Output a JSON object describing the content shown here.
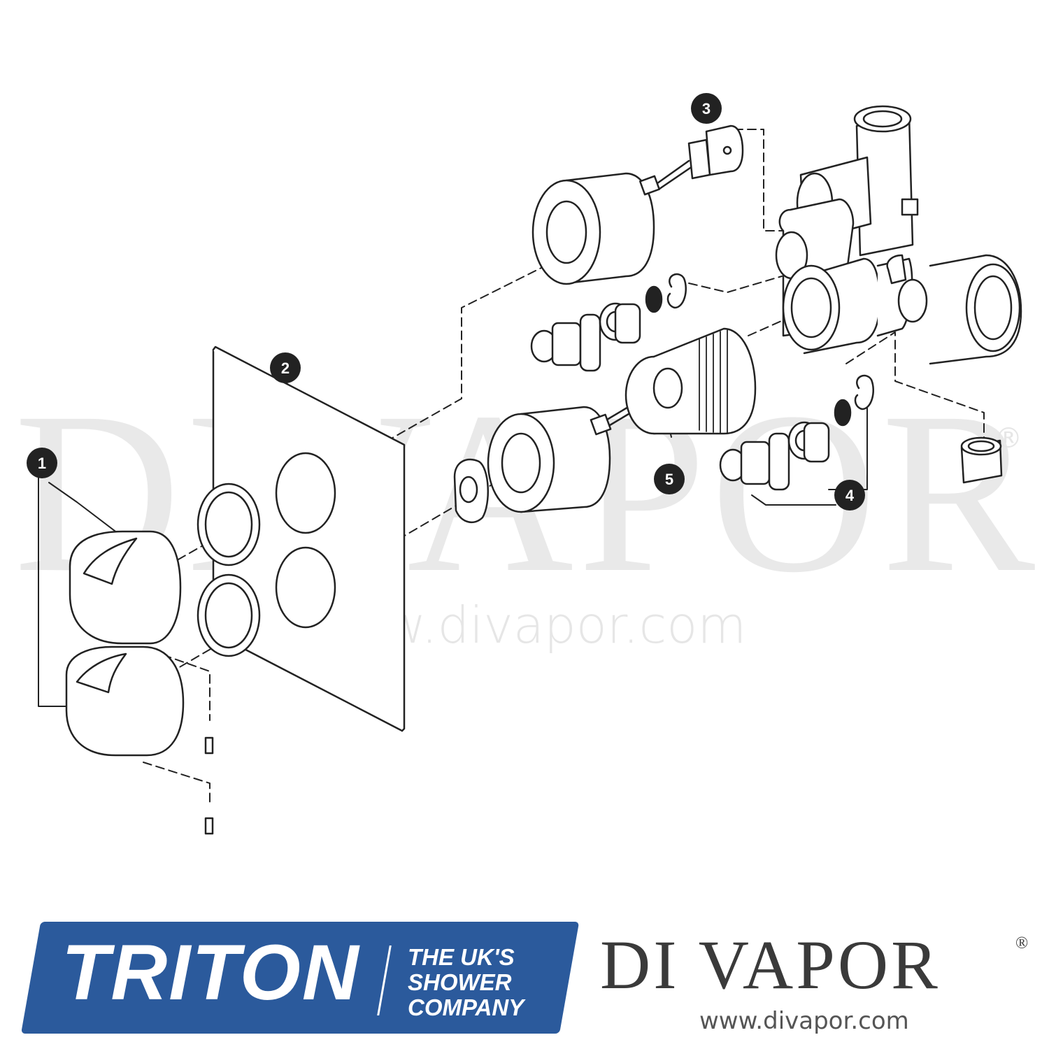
{
  "watermark": {
    "big": "DIVAPOR",
    "registered": "®",
    "url": "www.divapor.com"
  },
  "callouts": [
    "1",
    "2",
    "3",
    "4",
    "5"
  ],
  "triton_logo": {
    "name": "TRITON",
    "tagline": [
      "THE UK'S",
      "SHOWER",
      "COMPANY"
    ],
    "color": "#2b5a9c"
  },
  "divapor_logo": {
    "brand": "DI VAPOR",
    "registered": "®",
    "url": "www.divapor.com"
  }
}
